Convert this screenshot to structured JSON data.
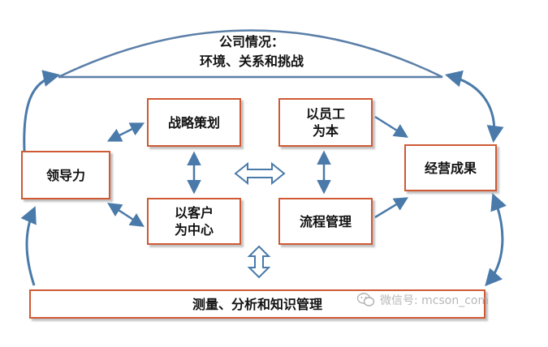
{
  "diagram": {
    "dome": {
      "title_line1": "公司情况：",
      "title_line2": "环境、关系和挑战"
    },
    "boxes": {
      "leadership": "领导力",
      "strategic_planning": "战略策划",
      "people_oriented": "以员工\n为本",
      "results": "经营成果",
      "customer_focus": "以客户\n为中心",
      "process_management": "流程管理",
      "measurement": "测量、分析和知识管理"
    },
    "colors": {
      "box_border": "#cf5a34",
      "arrow": "#4a7aa9",
      "dome_stroke": "#5b7fa8"
    }
  },
  "watermark": {
    "text": "微信号: mcson_com",
    "icon": "wechat-icon"
  }
}
